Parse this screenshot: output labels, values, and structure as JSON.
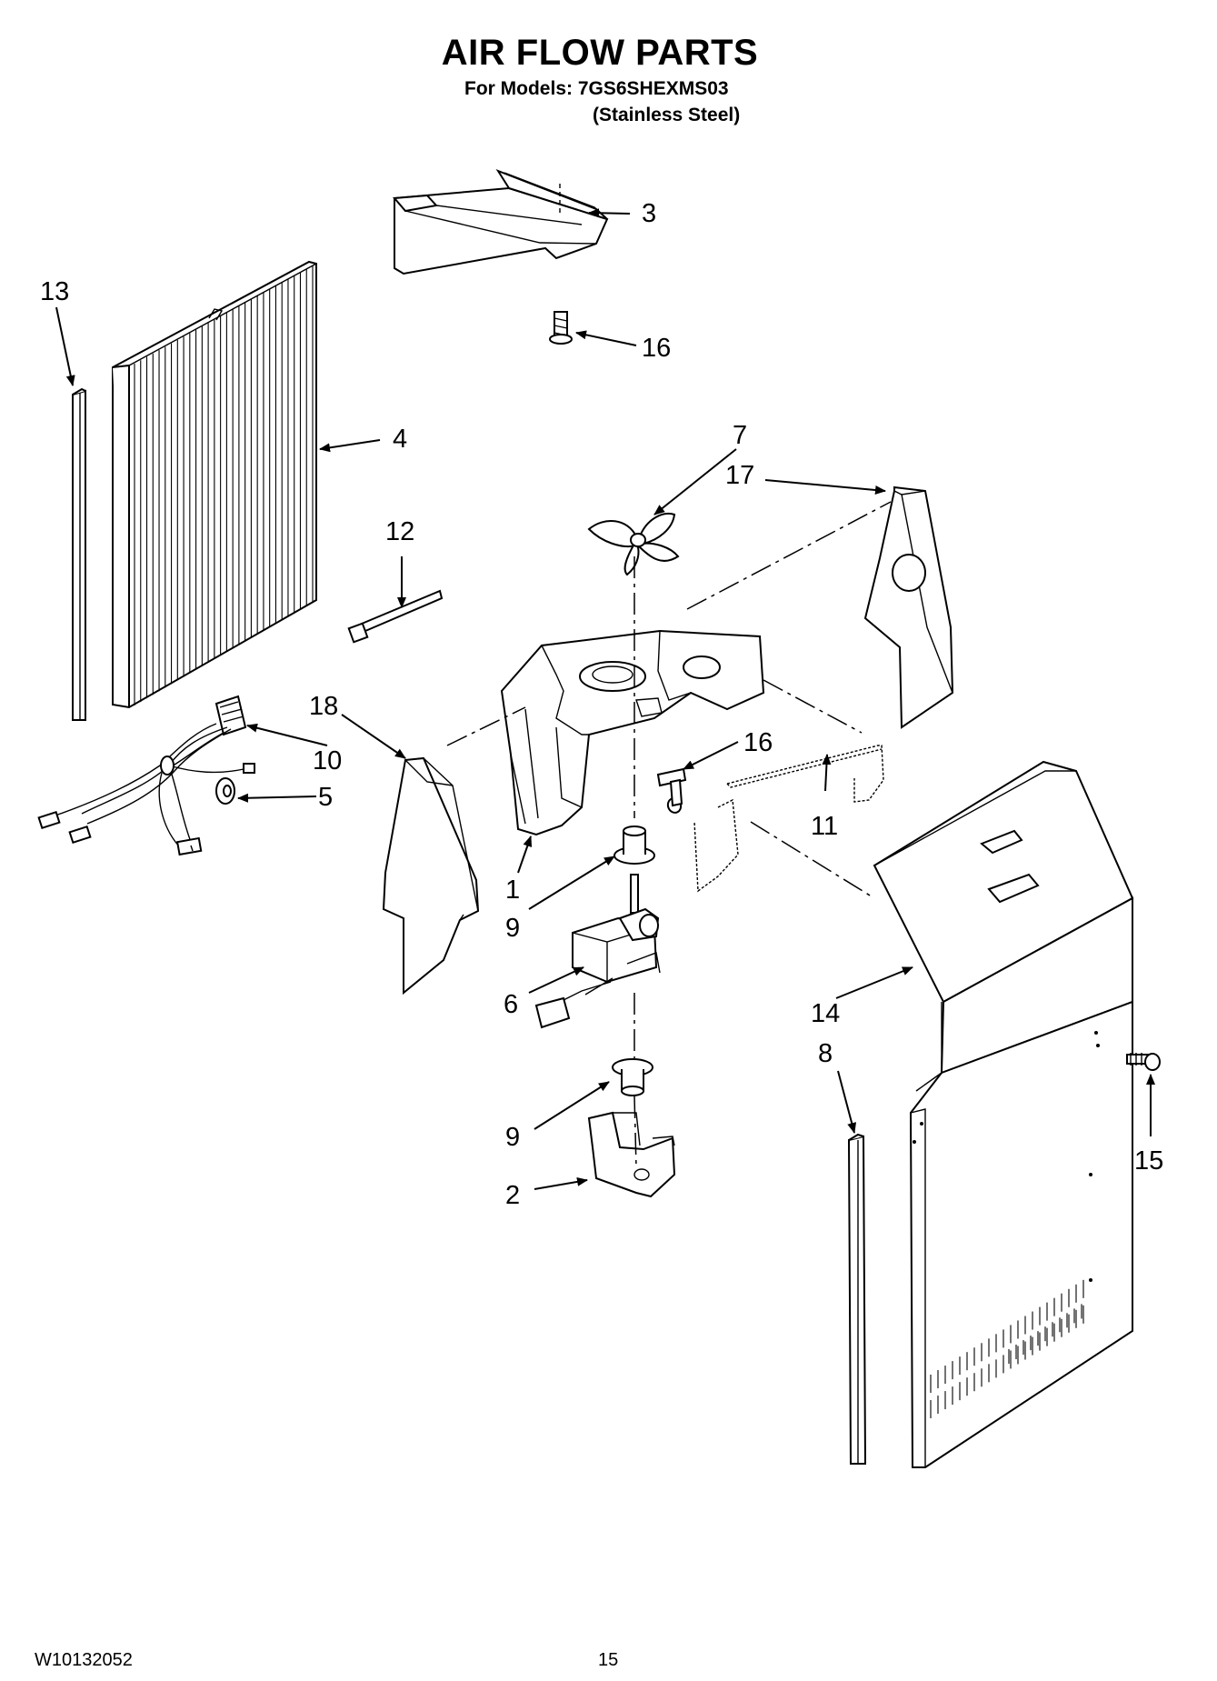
{
  "header": {
    "title": "AIR FLOW PARTS",
    "models_line": "For Models: 7GS6SHEXMS03",
    "finish_line": "(Stainless Steel)"
  },
  "footer": {
    "doc_number": "W10132052",
    "page_number": "15"
  },
  "callouts": {
    "c1": "1",
    "c2": "2",
    "c3": "3",
    "c4": "4",
    "c5": "5",
    "c6": "6",
    "c7": "7",
    "c8": "8",
    "c9a": "9",
    "c9b": "9",
    "c10": "10",
    "c11": "11",
    "c12": "12",
    "c13": "13",
    "c14": "14",
    "c15": "15",
    "c16a": "16",
    "c16b": "16",
    "c17": "17",
    "c18": "18"
  }
}
